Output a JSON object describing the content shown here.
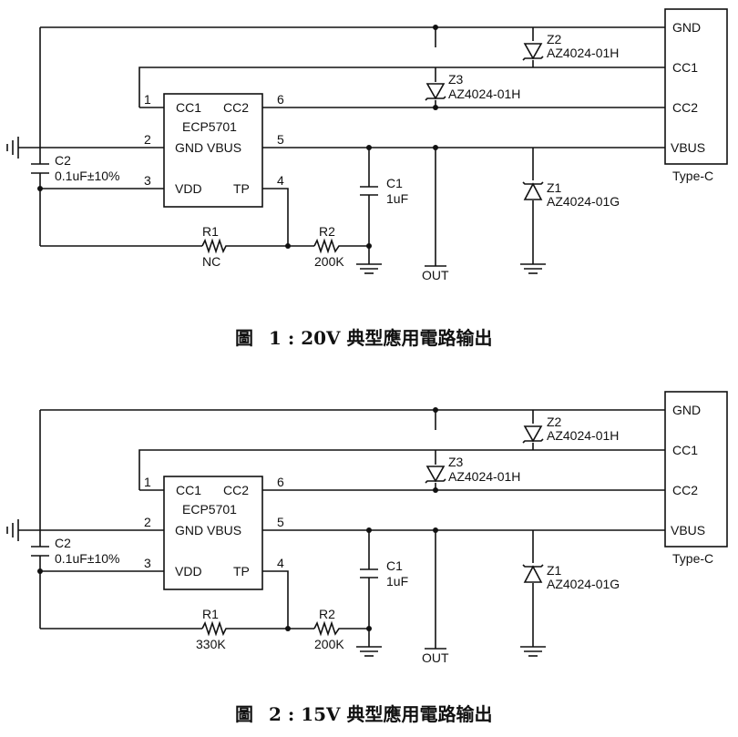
{
  "figures": [
    {
      "ic": {
        "pin1": "CC1",
        "pin2": "CC2",
        "name": "ECP5701",
        "pin3": "GND VBUS",
        "pin4": "VDD",
        "pin5": "TP"
      },
      "pins": {
        "p1": "1",
        "p2": "2",
        "p3": "3",
        "p4": "4",
        "p5": "5",
        "p6": "6"
      },
      "connector": {
        "gnd": "GND",
        "cc1": "CC1",
        "cc2": "CC2",
        "vbus": "VBUS",
        "type": "Type-C"
      },
      "c2": {
        "ref": "C2",
        "value": "0.1uF±10%"
      },
      "c1": {
        "ref": "C1",
        "value": "1uF"
      },
      "r1": {
        "ref": "R1",
        "value": "NC"
      },
      "r2": {
        "ref": "R2",
        "value": "200K"
      },
      "z1": {
        "ref": "Z1",
        "value": "AZ4024-01G"
      },
      "z2": {
        "ref": "Z2",
        "value": "AZ4024-01H"
      },
      "z3": {
        "ref": "Z3",
        "value": "AZ4024-01H"
      },
      "out": "OUT",
      "caption": {
        "prefix": "圖",
        "number": "1",
        "text": ": 20V  典型應用電路输出"
      }
    },
    {
      "ic": {
        "pin1": "CC1",
        "pin2": "CC2",
        "name": "ECP5701",
        "pin3": "GND VBUS",
        "pin4": "VDD",
        "pin5": "TP"
      },
      "pins": {
        "p1": "1",
        "p2": "2",
        "p3": "3",
        "p4": "4",
        "p5": "5",
        "p6": "6"
      },
      "connector": {
        "gnd": "GND",
        "cc1": "CC1",
        "cc2": "CC2",
        "vbus": "VBUS",
        "type": "Type-C"
      },
      "c2": {
        "ref": "C2",
        "value": "0.1uF±10%"
      },
      "c1": {
        "ref": "C1",
        "value": "1uF"
      },
      "r1": {
        "ref": "R1",
        "value": "330K"
      },
      "r2": {
        "ref": "R2",
        "value": "200K"
      },
      "z1": {
        "ref": "Z1",
        "value": "AZ4024-01G"
      },
      "z2": {
        "ref": "Z2",
        "value": "AZ4024-01H"
      },
      "z3": {
        "ref": "Z3",
        "value": "AZ4024-01H"
      },
      "out": "OUT",
      "caption": {
        "prefix": "圖",
        "number": "2",
        "text": ": 15V  典型應用電路输出"
      }
    }
  ]
}
